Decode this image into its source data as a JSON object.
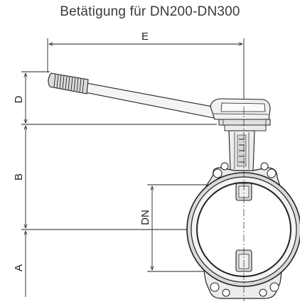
{
  "title": "Betätigung für DN200-DN300",
  "dimensions": {
    "e": "E",
    "d": "D",
    "b": "B",
    "dn": "DN",
    "a": "A"
  },
  "colors": {
    "line": "#222222",
    "title": "#3a3a3a",
    "body_fill": "#ededed",
    "ring_fill": "#d9d9d9"
  }
}
